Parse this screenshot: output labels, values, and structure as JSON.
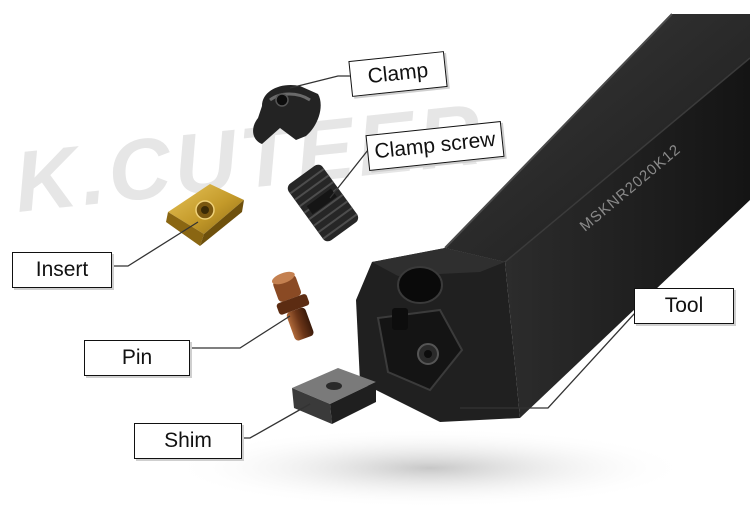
{
  "watermark": "K.CUTEER",
  "engraving": "MSKNR2020K12",
  "labels": {
    "clamp": "Clamp",
    "clamp_screw": "Clamp screw",
    "insert": "Insert",
    "pin": "Pin",
    "shim": "Shim",
    "tool": "Tool"
  },
  "colors": {
    "body": "#1c1c1c",
    "insert": "#c49a2a",
    "pin": "#7a3f1e",
    "watermark": "#e6e6e6",
    "leader": "#333333"
  }
}
